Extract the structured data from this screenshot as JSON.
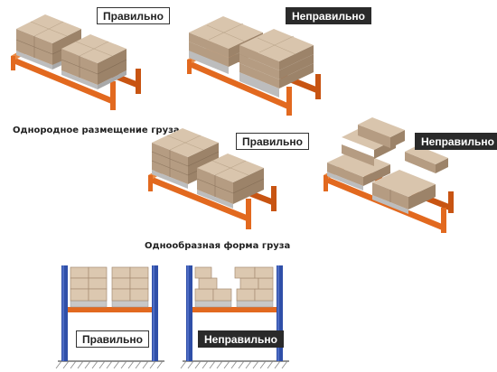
{
  "sections": {
    "homogeneous": {
      "caption": "Однородное размещение груза",
      "ok_label": "Правильно",
      "bad_label": "Неправильно"
    },
    "uniform_shape": {
      "caption": "Однообразная форма груза",
      "ok_label": "Правильно",
      "bad_label": "Неправильно"
    },
    "front_view": {
      "ok_label": "Правильно",
      "bad_label": "Неправильно"
    }
  },
  "colors": {
    "beam": "#e2691f",
    "upright": "#2f4fa8",
    "box_top": "#d9c5ad",
    "box_front": "#b59c82",
    "box_side": "#9c8369",
    "pallet": "#c8c8c8",
    "floor_hatch": "#777777"
  }
}
